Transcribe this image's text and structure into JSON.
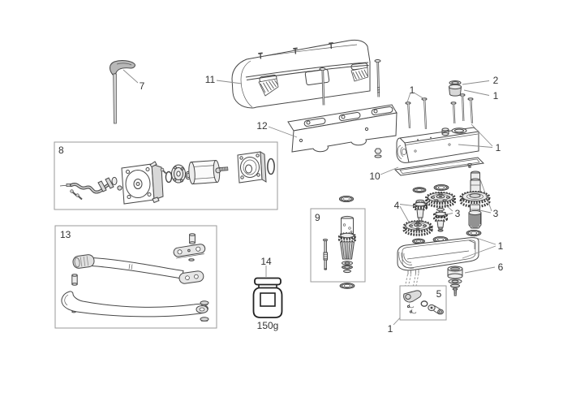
{
  "diagram": {
    "type": "exploded-parts-diagram",
    "background": "#ffffff",
    "line_color": "#474747",
    "label_color": "#333333",
    "callouts": {
      "hex_key": "7",
      "motor_assembly_box": "8",
      "worm_shaft_box": "9",
      "gasket": "10",
      "cover": "11",
      "mounting_plate": "12",
      "arms_box": "13",
      "grease_jar": "14",
      "fasteners_top": "1",
      "breather_cap": "2",
      "breather_washer": "1",
      "gearbox_upper": "1",
      "reduction_gear_small": "4",
      "gear_cluster_mid": "3",
      "output_shaft": "3",
      "gearbox_lower": "1",
      "bushing": "6",
      "release_lock_box": "5",
      "release_kit": "1",
      "grease_weight": "150g"
    }
  }
}
